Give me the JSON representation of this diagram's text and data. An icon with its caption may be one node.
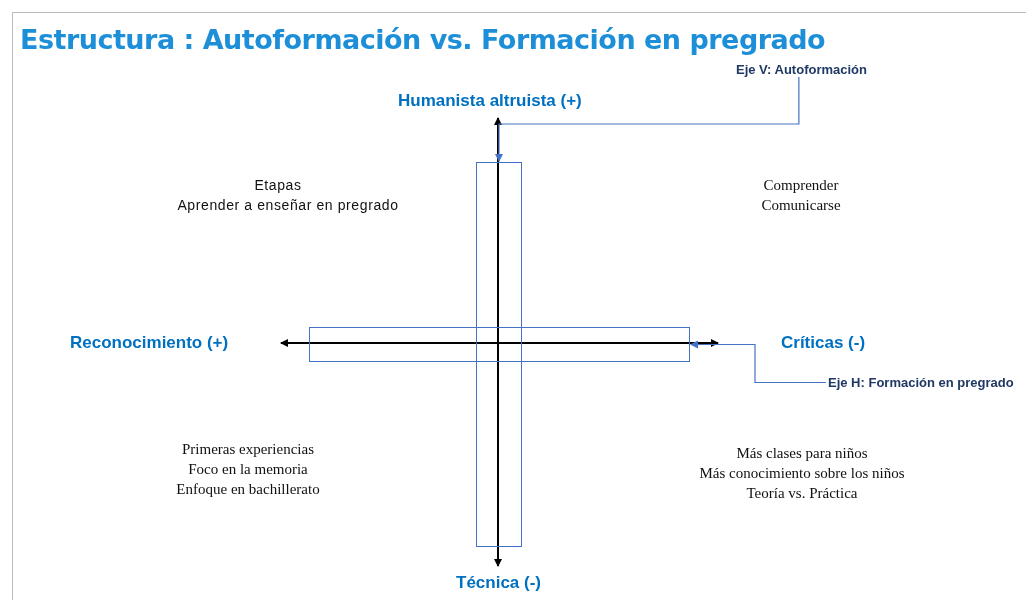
{
  "diagram": {
    "title": "Estructura : Autoformación vs. Formación en pregrado",
    "nodes": [
      {
        "text": [],
        "shape": "bar"
      },
      {
        "text": [],
        "shape": "bar"
      },
      {
        "text": [
          "Eje V: Autoformación"
        ]
      },
      {
        "text": [
          "Eje H: Formación en pregrado"
        ]
      }
    ],
    "edges": [
      {
        "from": 2,
        "to": 0,
        "arrow": "to"
      },
      {
        "from": 3,
        "to": 1,
        "arrow": "to"
      }
    ],
    "labels": [
      "Humanista altruista (+)",
      "Etapas",
      "Aprender a enseñar en pregrado",
      "Comprender",
      "Comunicarse",
      "Reconocimiento (+)",
      "Críticas (-)",
      "Primeras experiencias",
      "Foco en la memoria",
      "Enfoque en bachillerato",
      "Más clases para niños",
      "Más conocimiento sobre los niños",
      "Teoría vs. Práctica",
      "Técnica (-)"
    ]
  }
}
